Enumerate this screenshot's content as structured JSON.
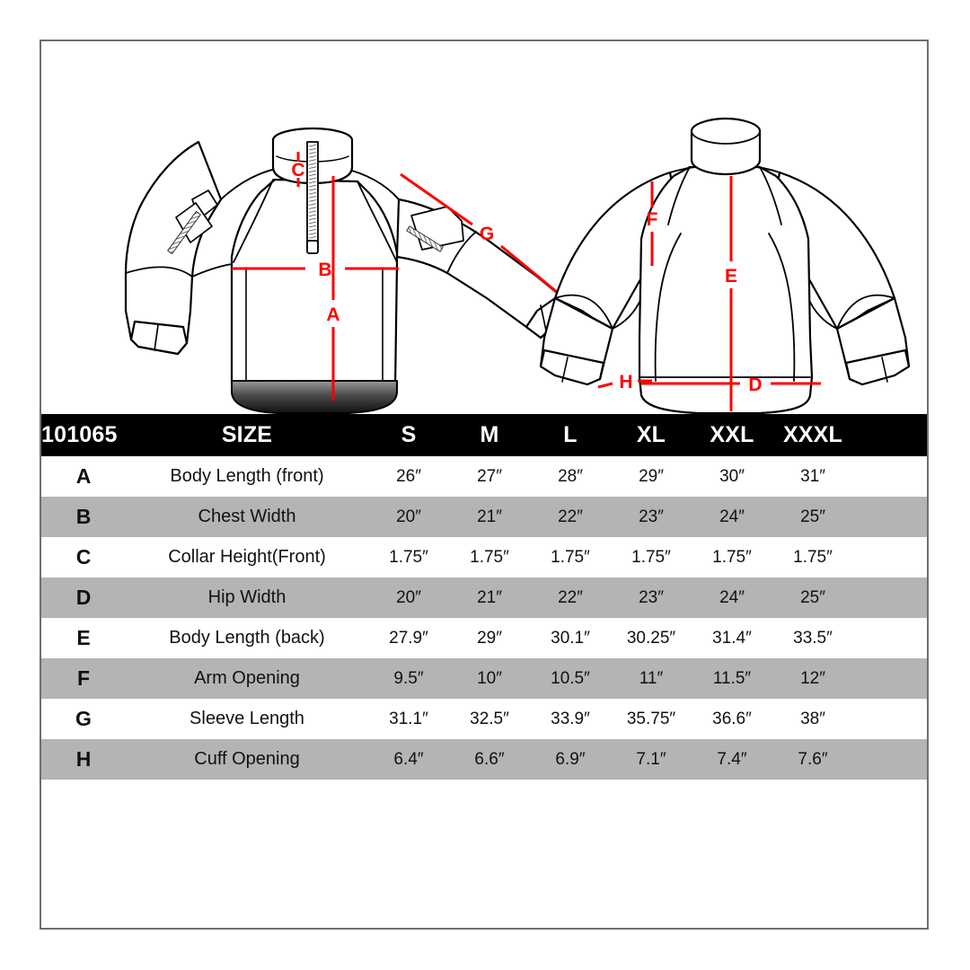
{
  "sheet": {
    "style_number": "101065",
    "size_header_label": "SIZE",
    "sizes": [
      "S",
      "M",
      "L",
      "XL",
      "XXL",
      "XXXL"
    ],
    "accent_color": "#ff0000",
    "header_bg": "#000000",
    "alt_row_bg": "#b4b4b4",
    "frame_color": "#6e6e72"
  },
  "illustration": {
    "front_view_name": "jacket-front-view",
    "back_view_name": "jacket-back-view",
    "callouts": {
      "a": "A",
      "b": "B",
      "c": "C",
      "d": "D",
      "e": "E",
      "f": "F",
      "g": "G",
      "h": "H"
    }
  },
  "measurements": [
    {
      "key": "A",
      "description": "Body Length (front)",
      "values": [
        "26″",
        "27″",
        "28″",
        "29″",
        "30″",
        "31″"
      ]
    },
    {
      "key": "B",
      "description": "Chest Width",
      "values": [
        "20″",
        "21″",
        "22″",
        "23″",
        "24″",
        "25″"
      ]
    },
    {
      "key": "C",
      "description": "Collar Height(Front)",
      "values": [
        "1.75″",
        "1.75″",
        "1.75″",
        "1.75″",
        "1.75″",
        "1.75″"
      ]
    },
    {
      "key": "D",
      "description": "Hip Width",
      "values": [
        "20″",
        "21″",
        "22″",
        "23″",
        "24″",
        "25″"
      ]
    },
    {
      "key": "E",
      "description": "Body Length (back)",
      "values": [
        "27.9″",
        "29″",
        "30.1″",
        "30.25″",
        "31.4″",
        "33.5″"
      ]
    },
    {
      "key": "F",
      "description": "Arm Opening",
      "values": [
        "9.5″",
        "10″",
        "10.5″",
        "11″",
        "11.5″",
        "12″"
      ]
    },
    {
      "key": "G",
      "description": "Sleeve Length",
      "values": [
        "31.1″",
        "32.5″",
        "33.9″",
        "35.75″",
        "36.6″",
        "38″"
      ]
    },
    {
      "key": "H",
      "description": "Cuff Opening",
      "values": [
        "6.4″",
        "6.6″",
        "6.9″",
        "7.1″",
        "7.4″",
        "7.6″"
      ]
    }
  ]
}
